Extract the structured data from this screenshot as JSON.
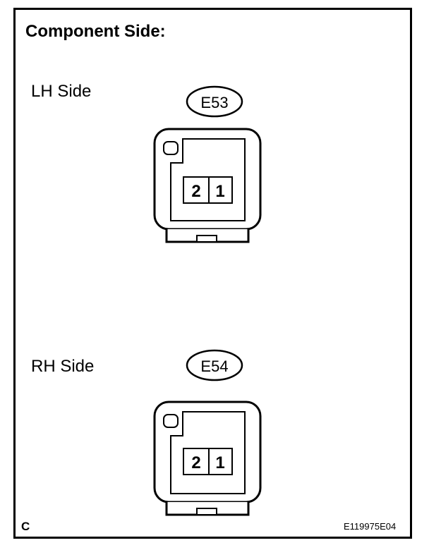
{
  "title": "Component Side:",
  "connectors": [
    {
      "side_label": "LH Side",
      "code": "E53",
      "pins": [
        "2",
        "1"
      ]
    },
    {
      "side_label": "RH Side",
      "code": "E54",
      "pins": [
        "2",
        "1"
      ]
    }
  ],
  "corner_letter": "C",
  "figure_code": "E119975E04"
}
